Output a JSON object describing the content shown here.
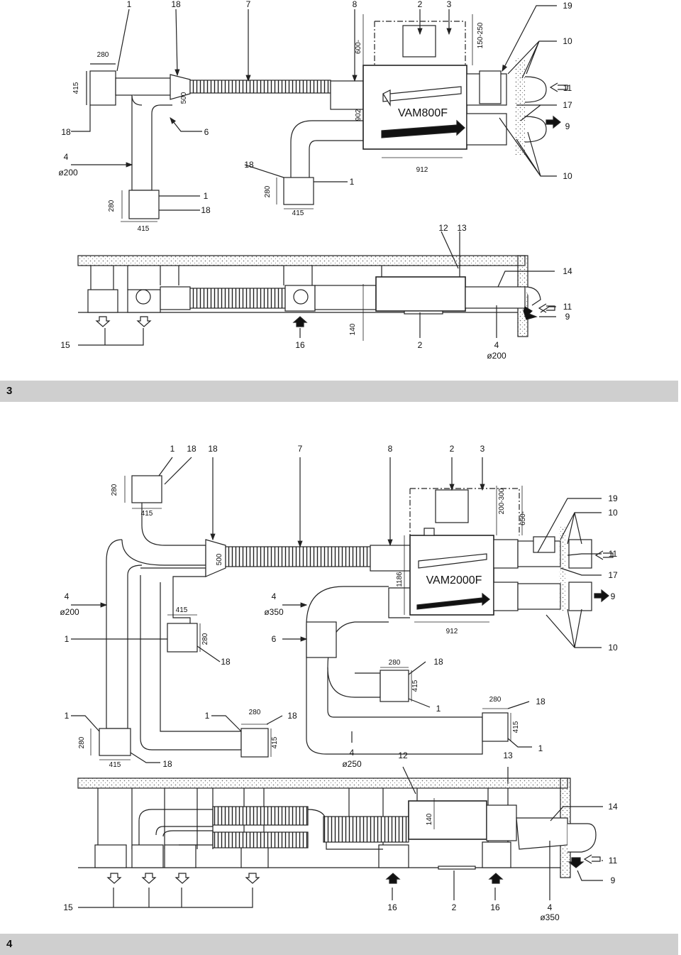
{
  "figure3": {
    "label": "3",
    "unit_label": "VAM800F",
    "top_callouts": [
      "1",
      "18",
      "7",
      "8",
      "2",
      "3",
      "19"
    ],
    "right_callouts": [
      "10",
      "11",
      "17",
      "9",
      "10"
    ],
    "left_callouts": [
      "18",
      "4",
      "ø200"
    ],
    "mid_callouts": [
      "6",
      "18",
      "1",
      "1",
      "18"
    ],
    "dims": [
      "280",
      "415",
      "500",
      "600-",
      "902",
      "150-250",
      "912",
      "280",
      "415",
      "280",
      "415"
    ],
    "ceiling_callouts": [
      "12",
      "13",
      "14",
      "11",
      "9",
      "15",
      "16",
      "2",
      "4",
      "ø200",
      "140"
    ]
  },
  "figure4": {
    "label": "4",
    "unit_label": "VAM2000F",
    "top_callouts": [
      "1",
      "18",
      "18",
      "7",
      "8",
      "2",
      "3",
      "19",
      "10"
    ],
    "right_callouts": [
      "11",
      "17",
      "9",
      "10"
    ],
    "left_callouts": [
      "4",
      "ø200",
      "1",
      "1",
      "18"
    ],
    "mid_callouts": [
      "4",
      "ø350",
      "6",
      "18",
      "18",
      "1",
      "18",
      "1",
      "18",
      "1",
      "4",
      "ø250",
      "12",
      "13"
    ],
    "dims": [
      "280",
      "415",
      "500",
      "200-300",
      "650-",
      "1186",
      "912",
      "415",
      "280",
      "280",
      "415",
      "280",
      "415",
      "280",
      "415",
      "280",
      "415"
    ],
    "ceiling_callouts": [
      "14",
      "11",
      "9",
      "15",
      "16",
      "2",
      "16",
      "4",
      "ø350",
      "140"
    ]
  }
}
